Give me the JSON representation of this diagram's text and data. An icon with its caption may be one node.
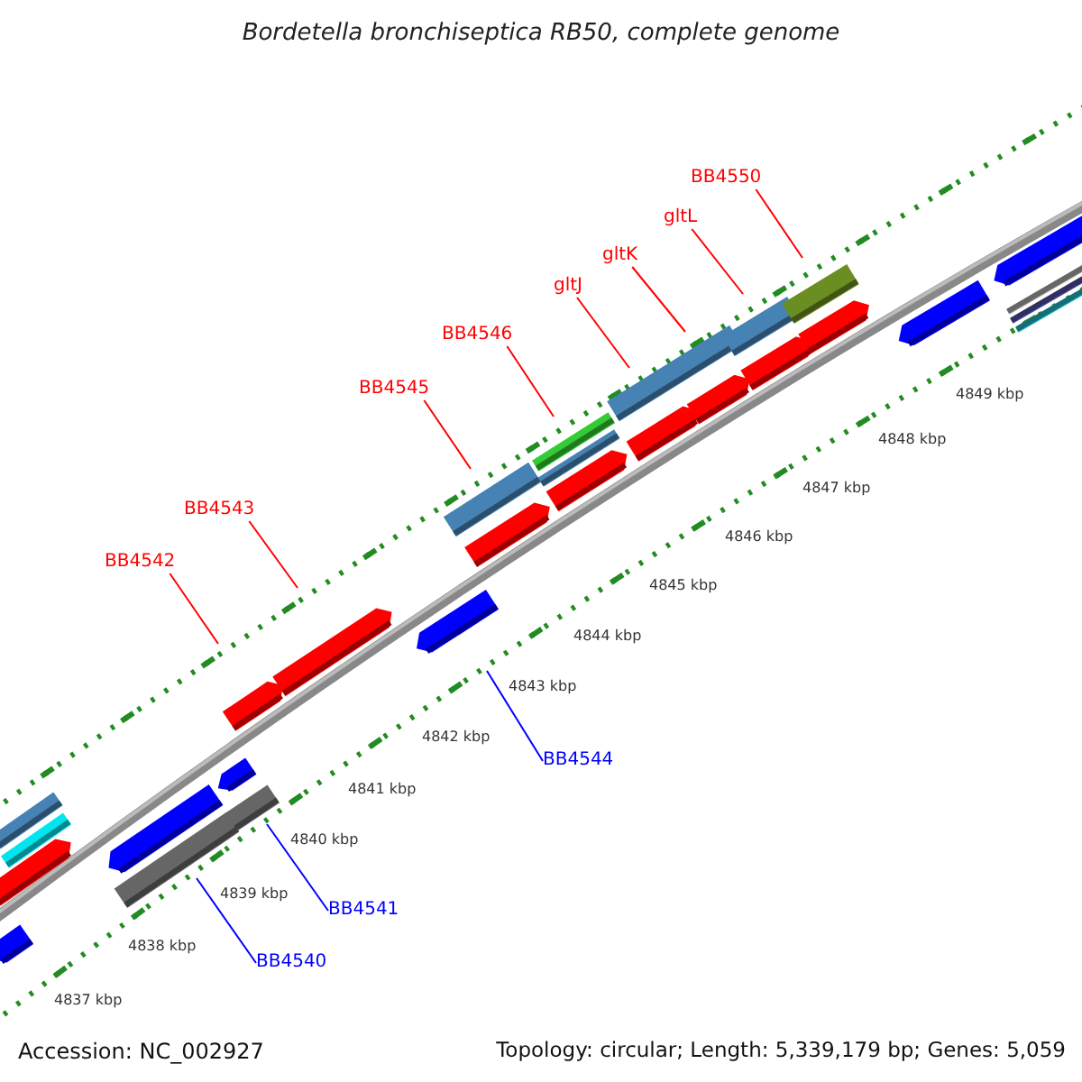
{
  "diagram": {
    "title": "Bordetella bronchiseptica RB50, complete genome",
    "nodes": [
      {
        "text": [
          "BB4542"
        ]
      },
      {
        "text": [
          "BB4543"
        ]
      },
      {
        "text": [
          "BB4545"
        ]
      },
      {
        "text": [
          "BB4546"
        ]
      },
      {
        "text": [
          "gltJ"
        ]
      },
      {
        "text": [
          "gltK"
        ]
      },
      {
        "text": [
          "gltL"
        ]
      },
      {
        "text": [
          "BB4550"
        ]
      },
      {
        "text": [
          "BB4544"
        ]
      },
      {
        "text": [
          "BB4541"
        ]
      },
      {
        "text": [
          "BB4540"
        ]
      }
    ],
    "edges": [
      {
        "from": 0,
        "to": null,
        "arrow": "none"
      },
      {
        "from": 1,
        "to": null,
        "arrow": "none"
      },
      {
        "from": 2,
        "to": null,
        "arrow": "none"
      },
      {
        "from": 3,
        "to": null,
        "arrow": "none"
      },
      {
        "from": 4,
        "to": null,
        "arrow": "none"
      },
      {
        "from": 5,
        "to": null,
        "arrow": "none"
      },
      {
        "from": 6,
        "to": null,
        "arrow": "none"
      },
      {
        "from": 7,
        "to": null,
        "arrow": "none"
      },
      {
        "from": 8,
        "to": null,
        "arrow": "none",
        "color": "#0000ff"
      },
      {
        "from": 9,
        "to": null,
        "arrow": "none",
        "color": "#0000ff"
      },
      {
        "from": 10,
        "to": null,
        "arrow": "none",
        "color": "#0000ff"
      }
    ],
    "labels": [
      "4849 kbp",
      "4848 kbp",
      "4847 kbp",
      "4846 kbp",
      "4845 kbp",
      "4844 kbp",
      "4843 kbp",
      "4842 kbp",
      "4841 kbp",
      "4840 kbp",
      "4839 kbp",
      "4838 kbp",
      "4837 kbp",
      "Accession: NC_002927",
      "Topology: circular; Length: 5,339,179 bp; Genes: 5,059"
    ]
  }
}
